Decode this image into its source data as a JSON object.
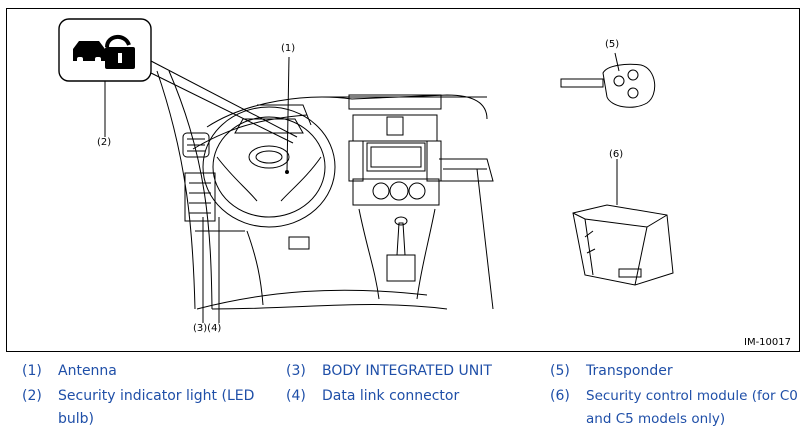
{
  "figure": {
    "id_label": "IM-10017",
    "callouts": {
      "c1": "(1)",
      "c2": "(2)",
      "c34": "(3)(4)",
      "c5": "(5)",
      "c6": "(6)"
    }
  },
  "legend": [
    {
      "num": "(1)",
      "text": "Antenna"
    },
    {
      "num": "(2)",
      "text": "Security indicator light (LED bulb)"
    },
    {
      "num": "(3)",
      "text": "BODY INTEGRATED UNIT"
    },
    {
      "num": "(4)",
      "text": "Data link connector"
    },
    {
      "num": "(5)",
      "text": "Transponder"
    },
    {
      "num": "(6)",
      "text": "Security control module (for C0 and C5 models only)"
    }
  ],
  "colors": {
    "legend_text": "#1f4fa8",
    "line": "#000000"
  },
  "icons": {
    "security_indicator": "car-lock-icon"
  }
}
